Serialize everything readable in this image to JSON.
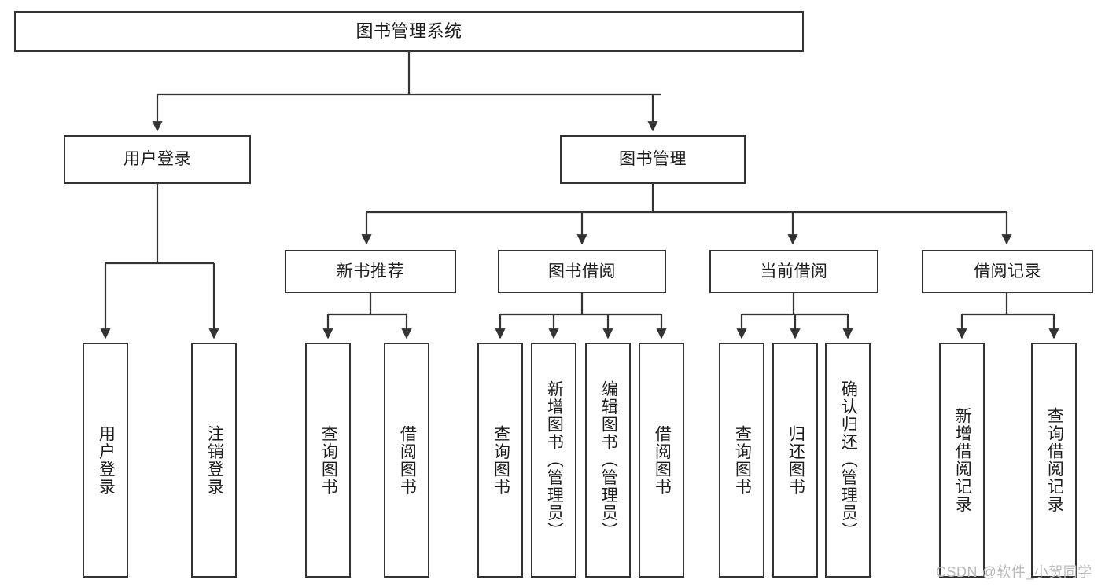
{
  "diagram": {
    "title": "图书管理系统",
    "watermark": "CSDN @软件_小贺同学",
    "colors": {
      "box_border": "#333333",
      "box_fill": "#ffffff",
      "edge": "#333333",
      "text": "#1c1c1c",
      "watermark": "#b9b9b9",
      "background": "#ffffff"
    },
    "type": "tree-hierarchy",
    "levels": 3,
    "root": {
      "label": "图书管理系统"
    },
    "level1": [
      {
        "label": "用户登录"
      },
      {
        "label": "图书管理"
      }
    ],
    "level2": [
      {
        "label": "新书推荐",
        "parent": "图书管理"
      },
      {
        "label": "图书借阅",
        "parent": "图书管理"
      },
      {
        "label": "当前借阅",
        "parent": "图书管理"
      },
      {
        "label": "借阅记录",
        "parent": "图书管理"
      }
    ],
    "leaves": {
      "user_login": [
        {
          "label": "用户登录"
        },
        {
          "label": "注销登录"
        }
      ],
      "new_book_recommend": [
        {
          "label": "查询图书"
        },
        {
          "label": "借阅图书"
        }
      ],
      "book_borrow": [
        {
          "label": "查询图书"
        },
        {
          "label": "新增图书（管理员）"
        },
        {
          "label": "编辑图书（管理员）"
        },
        {
          "label": "借阅图书"
        }
      ],
      "current_borrow": [
        {
          "label": "查询图书"
        },
        {
          "label": "归还图书"
        },
        {
          "label": "确认归还（管理员）"
        }
      ],
      "borrow_record": [
        {
          "label": "新增借阅记录"
        },
        {
          "label": "查询借阅记录"
        }
      ]
    }
  }
}
